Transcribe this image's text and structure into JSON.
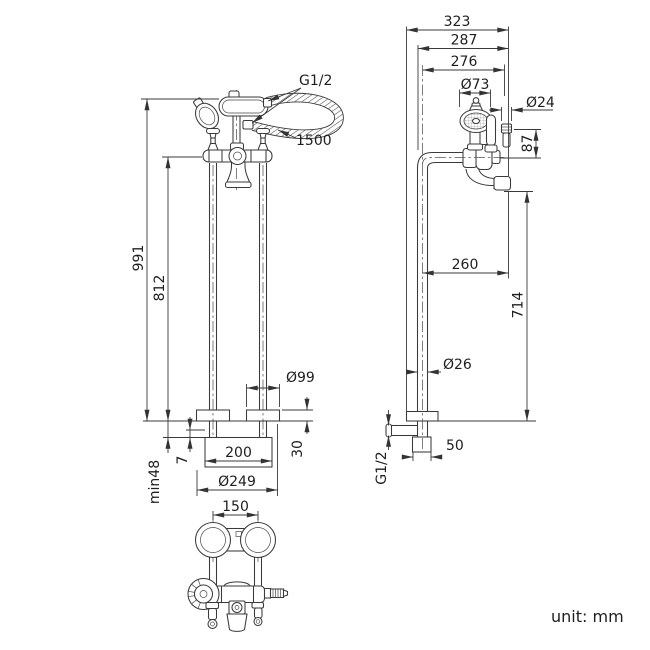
{
  "front_view": {
    "thread_label": "G1/2",
    "hose_length": "1500",
    "total_height": "991",
    "valve_height": "812",
    "escutcheon_diameter": "Ø99",
    "escutcheon_height": "30",
    "plate_thickness": "7",
    "min_recess_depth": "min48",
    "inlet_spacing": "200",
    "base_diameter": "Ø249"
  },
  "side_view": {
    "depth_total": "323",
    "depth_middle": "287",
    "depth_inner": "276",
    "handset_diameter": "Ø73",
    "diverter_diameter": "Ø24",
    "diverter_offset": "87",
    "spout_reach": "260",
    "spout_height": "714",
    "pipe_diameter": "Ø26",
    "base_width": "50",
    "inlet_thread": "G1/2"
  },
  "top_view": {
    "handle_spacing": "150"
  },
  "footer": {
    "unit_label": "unit: mm"
  }
}
